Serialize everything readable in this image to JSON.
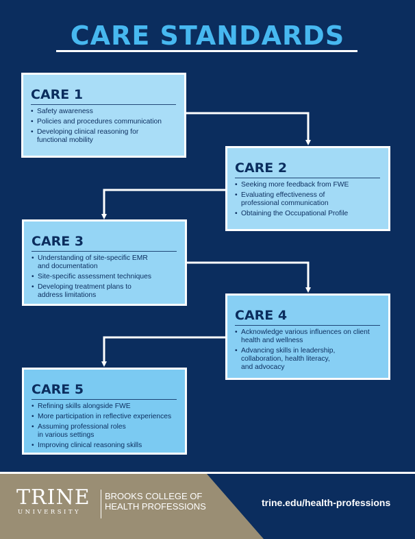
{
  "header": {
    "title": "CARE STANDARDS"
  },
  "cards": [
    {
      "title": "CARE 1",
      "items": [
        "Safety awareness",
        "Policies and procedures communication",
        "Developing clinical reasoning for\nfunctional mobility"
      ]
    },
    {
      "title": "CARE 2",
      "items": [
        "Seeking more feedback from FWE",
        "Evaluating effectiveness of\nprofessional communication",
        "Obtaining the Occupational Profile"
      ]
    },
    {
      "title": "CARE 3",
      "items": [
        "Understanding of site-specific EMR\nand documentation",
        "Site-specific assessment techniques",
        "Developing treatment plans to\naddress limitations"
      ]
    },
    {
      "title": "CARE 4",
      "items": [
        "Acknowledge various influences on client\nhealth and wellness",
        "Advancing skills in leadership,\ncollaboration, health literacy,\nand advocacy"
      ]
    },
    {
      "title": "CARE 5",
      "items": [
        "Refining skills alongside FWE",
        "More participation in reflective experiences",
        "Assuming professional roles\nin various settings",
        "Improving clinical reasoning skills"
      ]
    }
  ],
  "footer": {
    "logo_word": "TRINE",
    "logo_sub": "UNIVERSITY",
    "college_line1": "BROOKS COLLEGE OF",
    "college_line2": "HEALTH PROFESSIONS",
    "url": "trine.edu/health-professions"
  },
  "colors": {
    "background": "#0b2d5e",
    "title": "#47b8f0",
    "card_fills": [
      "#a9ddf7",
      "#a2daf6",
      "#95d5f5",
      "#87cff4",
      "#7bcaf2"
    ],
    "footer_tan": "#9a8e74"
  }
}
